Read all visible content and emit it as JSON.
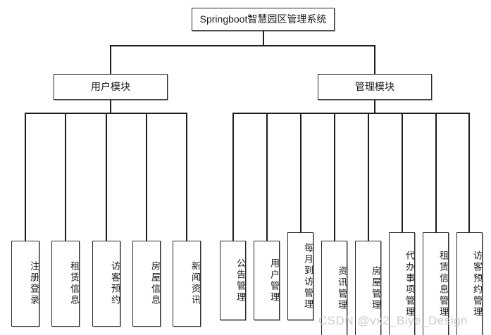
{
  "diagram": {
    "type": "tree-hierarchy",
    "root": {
      "label": "Springboot智慧园区管理系统"
    },
    "modules": [
      {
        "label": "用户模块"
      },
      {
        "label": "管理模块"
      }
    ],
    "user_module_children": [
      {
        "label": "注册登录"
      },
      {
        "label": "租赁信息"
      },
      {
        "label": "访客预约"
      },
      {
        "label": "房屋信息"
      },
      {
        "label": "新闻资讯"
      }
    ],
    "admin_module_children": [
      {
        "label": "公告管理"
      },
      {
        "label": "用户管理"
      },
      {
        "label": "每月到访管理"
      },
      {
        "label": "资讯管理"
      },
      {
        "label": "房屋管理"
      },
      {
        "label": "代办事项管理"
      },
      {
        "label": "租赁信息管理"
      },
      {
        "label": "访客预约管理"
      }
    ]
  },
  "watermark": {
    "text": "CSDN @vx2_Biye_Design"
  },
  "colors": {
    "line": "#1d1d1d",
    "box_border": "#2b2b2b",
    "box_fill": "#ffffff",
    "text": "#1a1a1a",
    "watermark": "#c9ccd1",
    "background": "#ffffff"
  }
}
